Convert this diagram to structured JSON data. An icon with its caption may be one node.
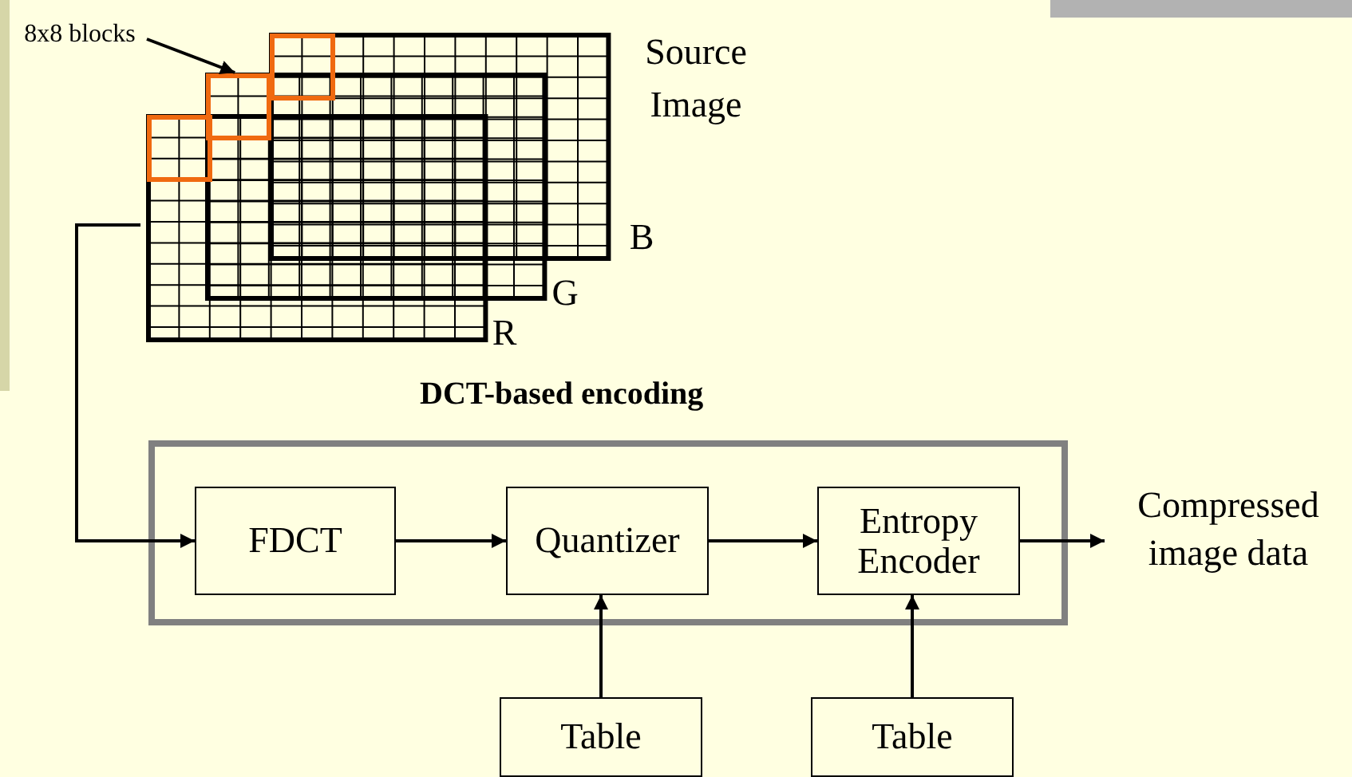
{
  "diagram": {
    "nodes": [
      {
        "text": [],
        "shape": "picture",
        "beside": [
          "Source Image",
          "B",
          "G",
          "R"
        ]
      },
      {
        "text": [],
        "shape": "box"
      },
      {
        "text": [
          "8x8 blocks"
        ]
      },
      {
        "text": [
          "DCT-based encoding"
        ]
      },
      {
        "text": [
          "FDCT"
        ],
        "in": 3
      },
      {
        "text": [
          "Quantizer"
        ],
        "in": 3
      },
      {
        "text": [
          "Entropy Encoder"
        ],
        "in": 3
      },
      {
        "text": [
          "Compressed image data"
        ]
      },
      {
        "text": [
          "Table"
        ]
      },
      {
        "text": [
          "Table"
        ]
      }
    ],
    "edges": [
      {
        "from": 2,
        "to": 1,
        "arrow": "to"
      },
      {
        "from": 0,
        "to": 4,
        "arrow": "to"
      },
      {
        "from": 4,
        "to": 5,
        "arrow": "to"
      },
      {
        "from": 5,
        "to": 6,
        "arrow": "to"
      },
      {
        "from": 6,
        "to": 7,
        "arrow": "to"
      },
      {
        "from": 8,
        "to": 5,
        "arrow": "to"
      },
      {
        "from": 9,
        "to": 6,
        "arrow": "to"
      }
    ]
  }
}
